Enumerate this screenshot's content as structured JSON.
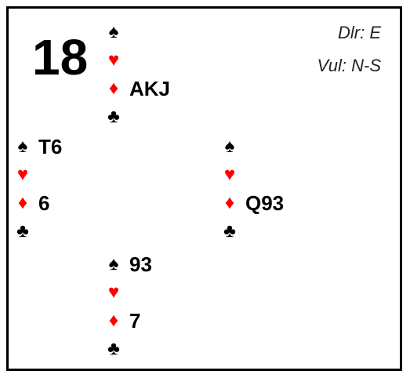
{
  "board": {
    "number": "18",
    "dealer": "Dlr: E",
    "vulnerability": "Vul: N-S"
  },
  "suit_symbols": {
    "spades": "♠",
    "hearts": "♥",
    "diamonds": "♦",
    "clubs": "♣"
  },
  "suit_colors": {
    "black": "#000000",
    "red": "#ff0000"
  },
  "hands": {
    "north": {
      "spades": "",
      "hearts": "",
      "diamonds": "AKJ",
      "clubs": ""
    },
    "west": {
      "spades": "T6",
      "hearts": "",
      "diamonds": "6",
      "clubs": ""
    },
    "east": {
      "spades": "",
      "hearts": "",
      "diamonds": "Q93",
      "clubs": ""
    },
    "south": {
      "spades": "93",
      "hearts": "",
      "diamonds": "7",
      "clubs": ""
    }
  }
}
